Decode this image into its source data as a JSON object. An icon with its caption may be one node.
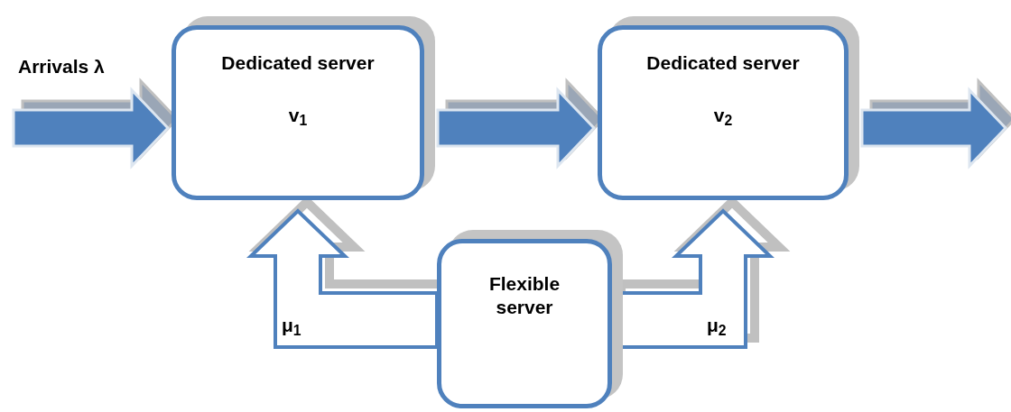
{
  "diagram": {
    "nodes": [
      {
        "text": [
          "Dedicated server",
          "v$_{1}$"
        ]
      },
      {
        "text": [
          "Dedicated server",
          "v$_{2}$"
        ]
      },
      {
        "text": [
          "Flexible server"
        ]
      }
    ],
    "edges": [
      {
        "from": null,
        "to": 0,
        "arrow": "to",
        "label": "Arrivals λ"
      },
      {
        "from": 0,
        "to": 1,
        "arrow": "to"
      },
      {
        "from": 1,
        "to": null,
        "arrow": "to"
      },
      {
        "from": 2,
        "to": 0,
        "arrow": "to",
        "label": "μ$_{1}$"
      },
      {
        "from": 2,
        "to": 1,
        "arrow": "to",
        "label": "μ$_{2}$"
      }
    ]
  }
}
